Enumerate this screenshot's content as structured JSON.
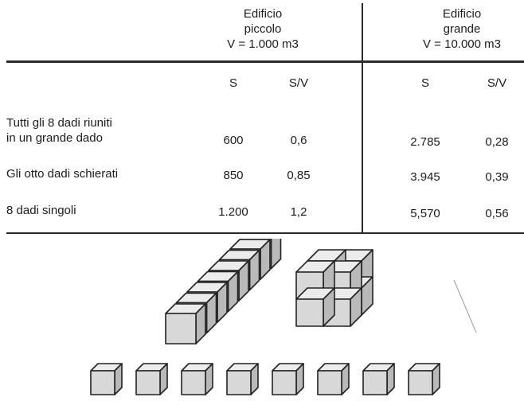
{
  "table": {
    "groups": [
      {
        "lines": [
          "Edificio",
          "piccolo",
          "V = 1.000 m3"
        ]
      },
      {
        "lines": [
          "Edificio",
          "grande",
          "V = 10.000 m3"
        ]
      }
    ],
    "subheaders": [
      "S",
      "S/V",
      "S",
      "S/V"
    ],
    "rows": [
      {
        "label_lines": [
          "Tutti gli 8 dadi riuniti",
          "in un grande dado"
        ],
        "values": [
          "600",
          "0,6",
          "2.785",
          "0,28"
        ]
      },
      {
        "label_lines": [
          "Gli otto dadi schierati"
        ],
        "values": [
          "850",
          "0,85",
          "3.945",
          "0,39"
        ]
      },
      {
        "label_lines": [
          "8 dadi singoli"
        ],
        "values": [
          "1.200",
          "1,2",
          "5,570",
          "0,56"
        ]
      }
    ]
  },
  "figure": {
    "row_of_cubes": 8,
    "cluster_of_cubes": 8,
    "single_cubes": 8,
    "cube_fill": "#d8d8d8",
    "cube_stroke": "#222222"
  }
}
